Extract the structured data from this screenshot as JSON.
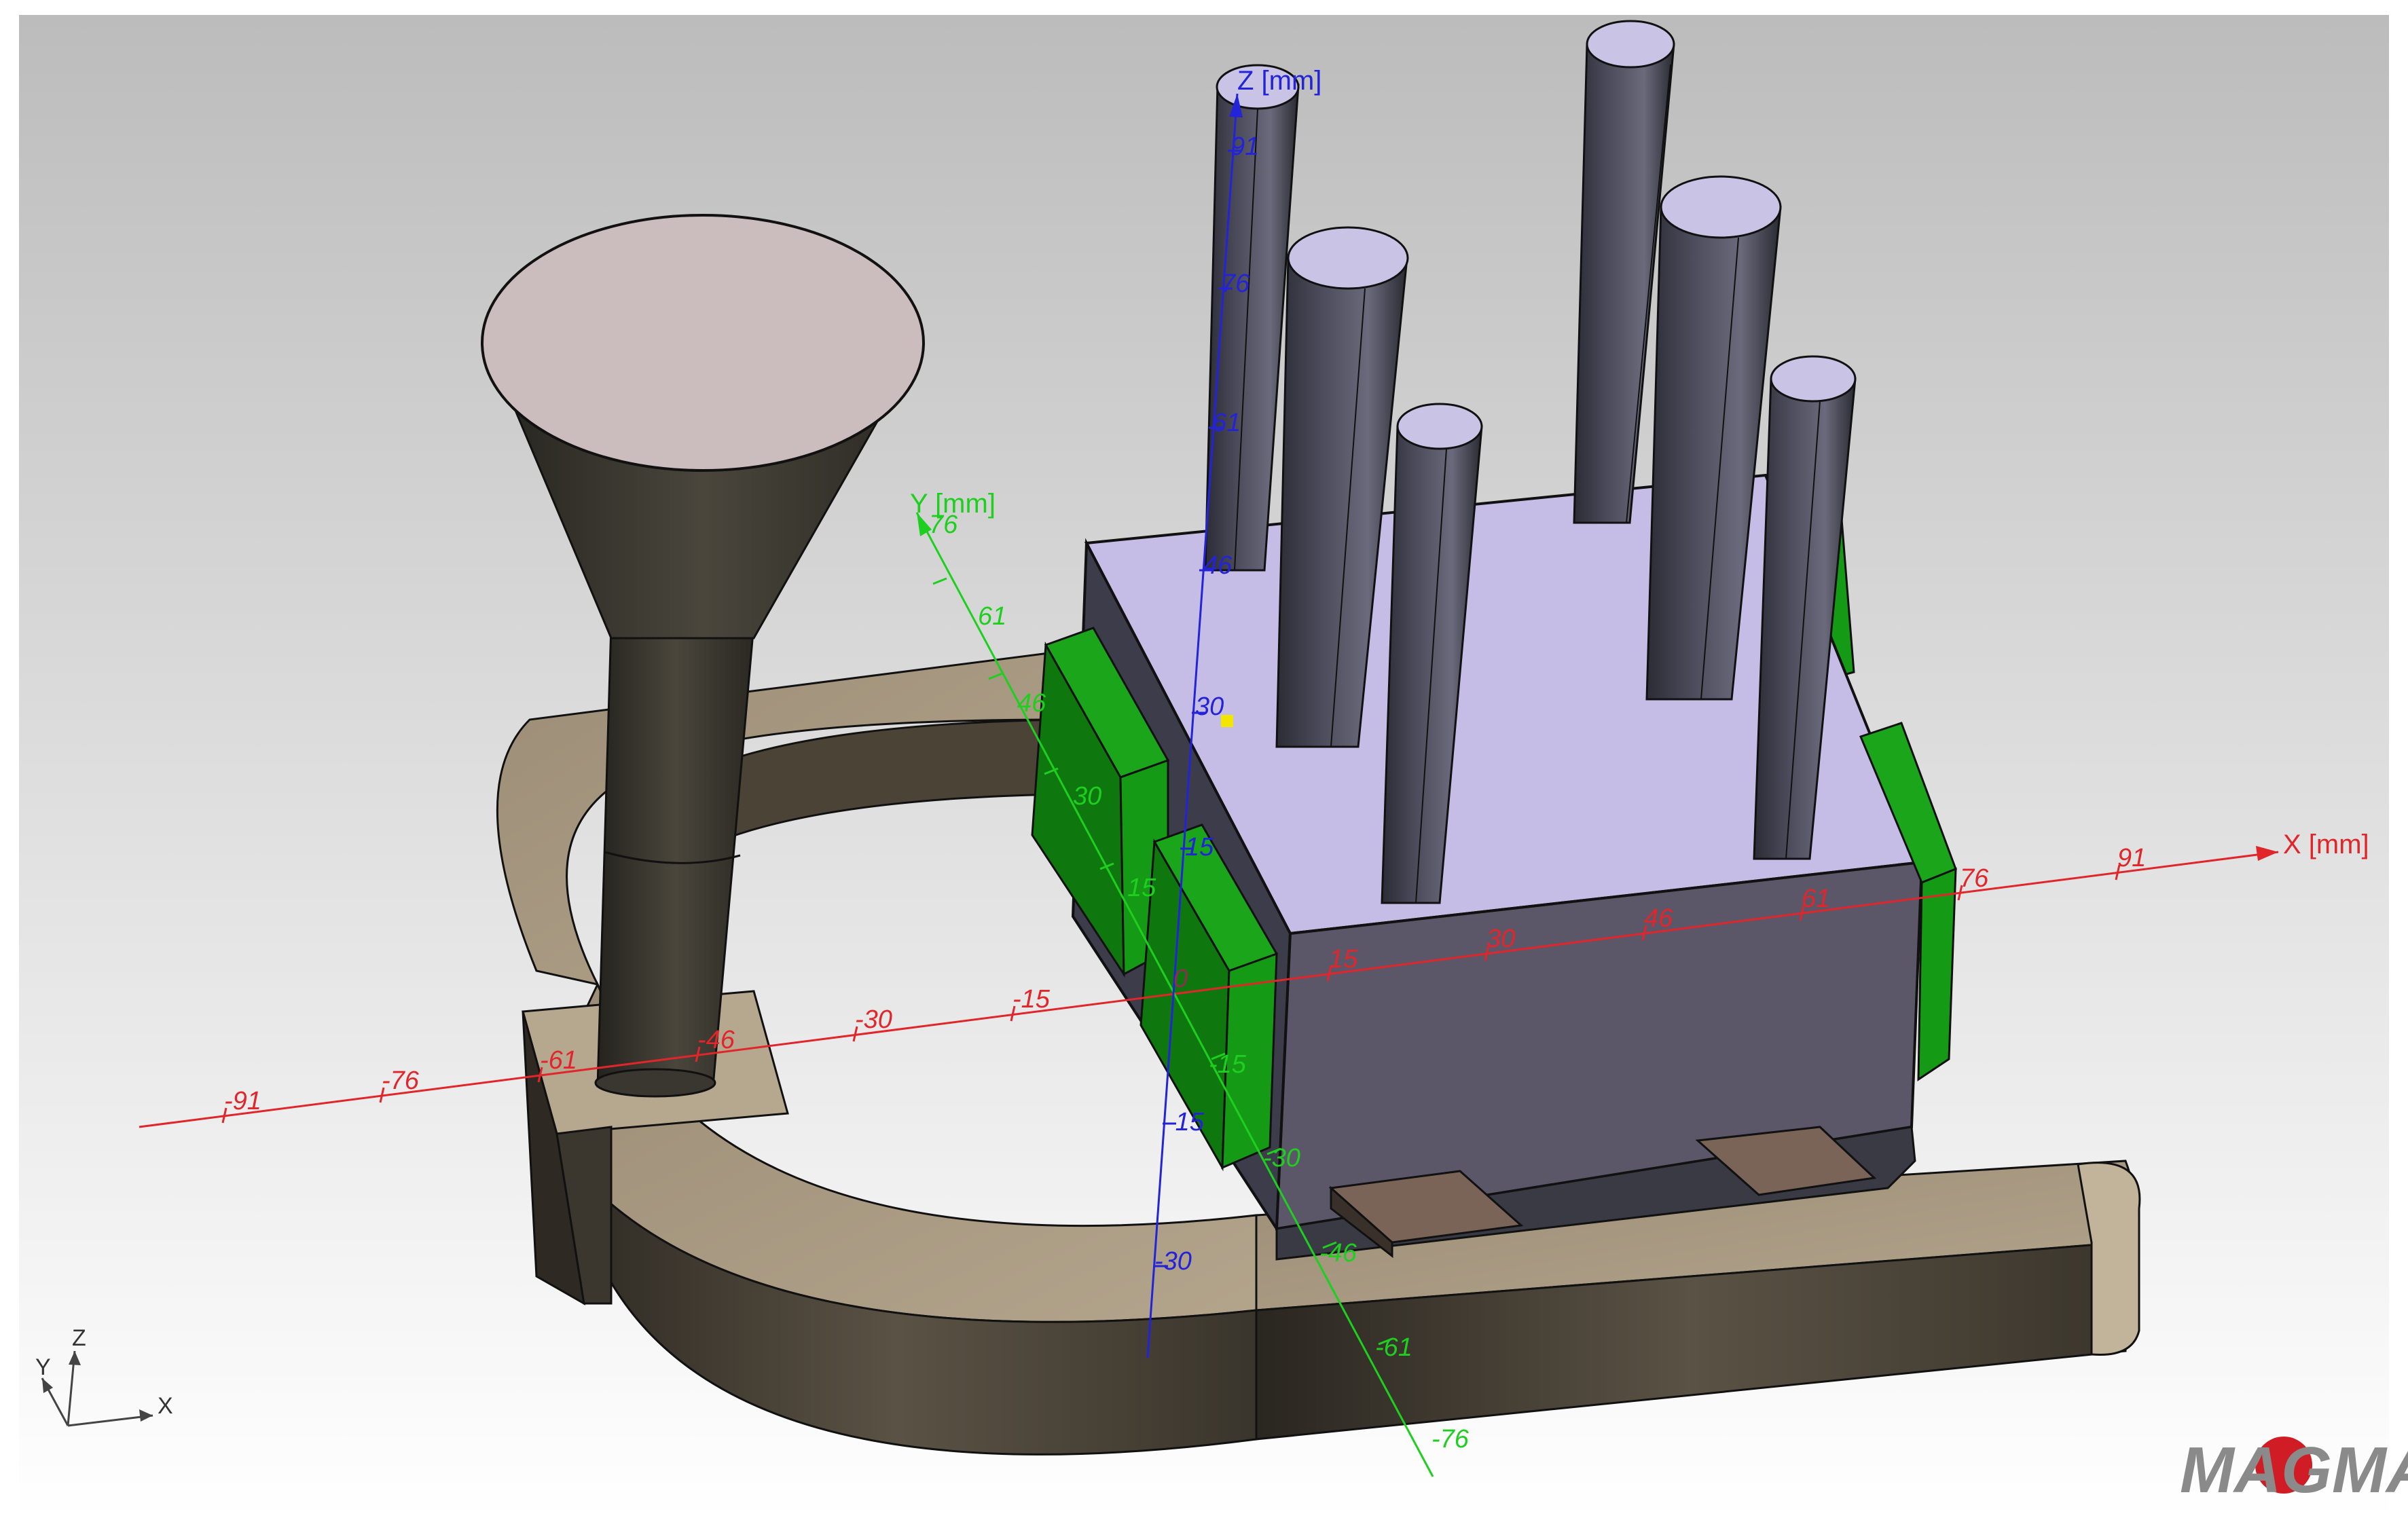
{
  "viewport": {
    "background_top": "#bcbcbc",
    "background_bottom": "#ffffff"
  },
  "axes": {
    "x": {
      "title": "X [mm]",
      "color": "#e0262b",
      "ticks": [
        "-91",
        "-76",
        "-61",
        "-46",
        "-30",
        "-15",
        "0",
        "15",
        "30",
        "46",
        "61",
        "76",
        "91"
      ]
    },
    "y": {
      "title": "Y [mm]",
      "color": "#1fcf1f",
      "ticks": [
        "-76",
        "-61",
        "-46",
        "-30",
        "-15",
        "15",
        "30",
        "46",
        "61",
        "76"
      ]
    },
    "z": {
      "title": "Z [mm]",
      "color": "#2323d8",
      "ticks": [
        "-30",
        "-15",
        "15",
        "30",
        "46",
        "61",
        "76",
        "91"
      ]
    }
  },
  "triad": {
    "x": "X",
    "y": "Y",
    "z": "Z"
  },
  "logo": {
    "text": "MAGMA",
    "color": "#8a8a8a",
    "accent": "#d01c24"
  },
  "model_colors": {
    "casting": "#c6bde6",
    "risers": "#4a4a5a",
    "chills": "#159a15",
    "runner": "#a89880",
    "sprue_cup": "#cbbcbd",
    "gates": "#7a6458"
  }
}
